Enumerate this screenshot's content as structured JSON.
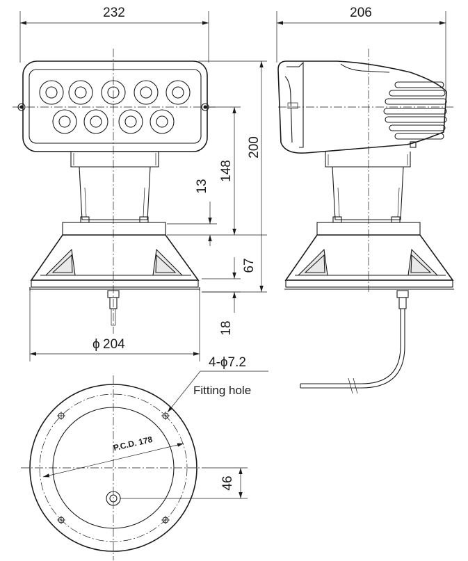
{
  "dimensions": {
    "width_front": "232",
    "width_side": "206",
    "height_total": "200",
    "height_to_base": "148",
    "flange_thickness": "13",
    "base_height": "67",
    "cable_exit": "18",
    "base_diameter_symbol": "ϕ",
    "base_diameter": "204",
    "hole_callout": "4-ϕ7.2",
    "hole_label": "Fitting hole",
    "pcd_label": "P.C.D. 178",
    "center_offset": "46"
  }
}
